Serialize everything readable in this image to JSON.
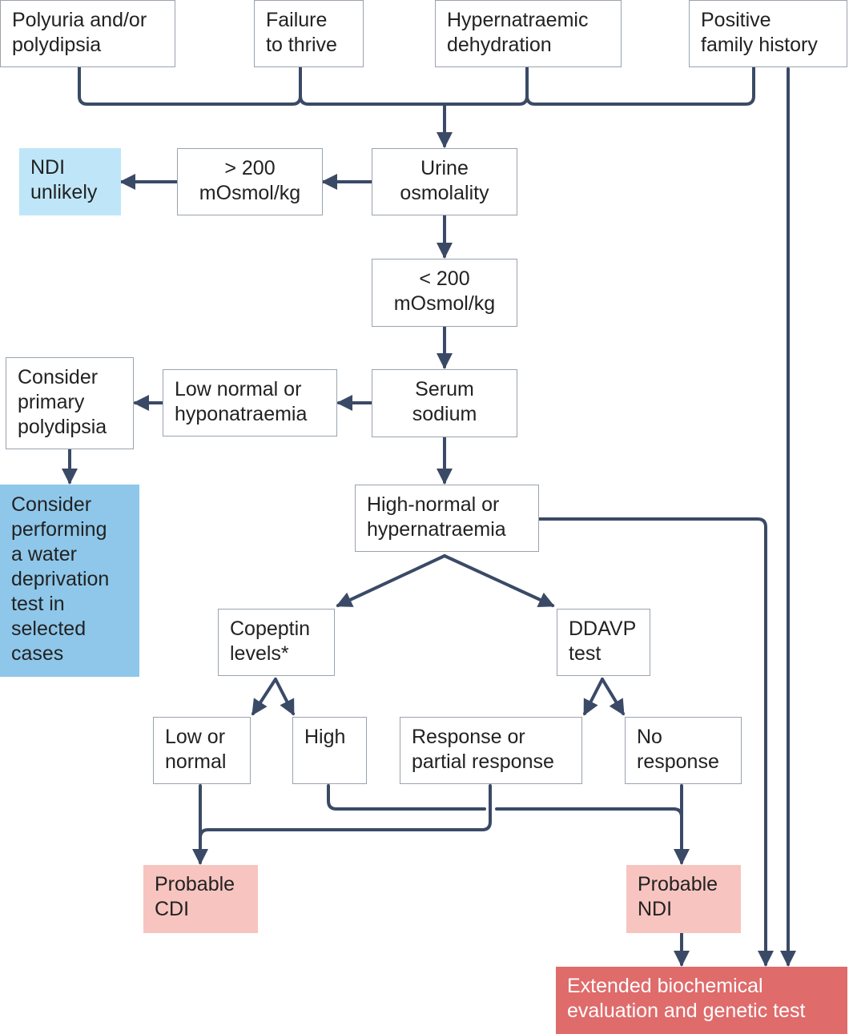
{
  "colors": {
    "line": "#3a4a66",
    "box_border": "#9aa3ad",
    "ndi_unlikely_fill": "#bfe6f8",
    "water_deprivation_fill": "#8ec7ea",
    "probable_fill": "#f7c4c0",
    "extended_fill": "#df6b6b"
  },
  "nodes": {
    "polyuria": "Polyuria and/or\npolydipsia",
    "failure": "Failure\nto thrive",
    "hypernatraemic": "Hypernatraemic\ndehydration",
    "family": "Positive\nfamily history",
    "ndi_unlikely": "NDI\nunlikely",
    "gt200": "> 200\nmOsmol/kg",
    "urine_osmolality": "Urine\nosmolality",
    "lt200": "< 200\nmOsmol/kg",
    "primary_polydipsia": "Consider\nprimary\npolydipsia",
    "low_normal": "Low normal or\nhyponatraemia",
    "serum_sodium": "Serum\nsodium",
    "water_deprivation": "Consider\nperforming\na water\ndeprivation\ntest in\nselected\ncases",
    "high_normal": "High-normal or\nhypernatraemia",
    "copeptin": "Copeptin\nlevels*",
    "ddavp": "DDAVP\ntest",
    "low_or_normal": "Low or\nnormal",
    "high": "High",
    "response": "Response or\npartial response",
    "no_response": "No\nresponse",
    "probable_cdi": "Probable\nCDI",
    "probable_ndi": "Probable\nNDI",
    "extended": "Extended biochemical\nevaluation and genetic test"
  }
}
